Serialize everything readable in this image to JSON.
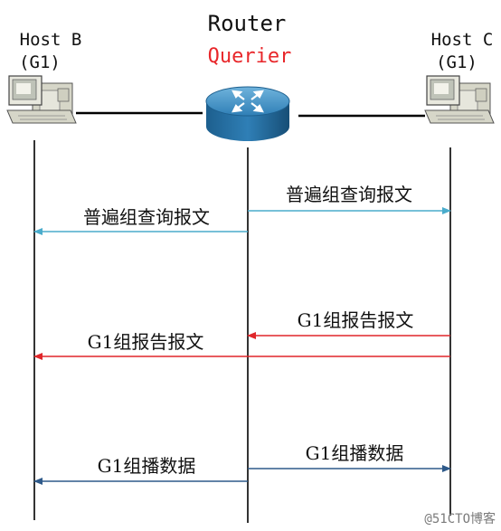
{
  "router": {
    "title": "Router",
    "role": "Querier",
    "role_color": "#e8262a"
  },
  "hosts": {
    "b": {
      "name": "Host B",
      "group": "(G1)"
    },
    "c": {
      "name": "Host C",
      "group": "(G1)"
    }
  },
  "messages": [
    {
      "label": "普遍组查询报文",
      "from": "router",
      "to": "host_c",
      "color": "#4aaccc"
    },
    {
      "label": "普遍组查询报文",
      "from": "router",
      "to": "host_b",
      "color": "#4aaccc"
    },
    {
      "label": "G1组报告报文",
      "from": "host_c",
      "to": "router",
      "color": "#e0262a"
    },
    {
      "label": "G1组报告报文",
      "from": "host_c",
      "to": "host_b",
      "color": "#e0262a"
    },
    {
      "label": "G1组播数据",
      "from": "router",
      "to": "host_c",
      "color": "#2f5a8a"
    },
    {
      "label": "G1组播数据",
      "from": "router",
      "to": "host_b",
      "color": "#2f5a8a"
    }
  ],
  "watermark": "@51CTO博客"
}
